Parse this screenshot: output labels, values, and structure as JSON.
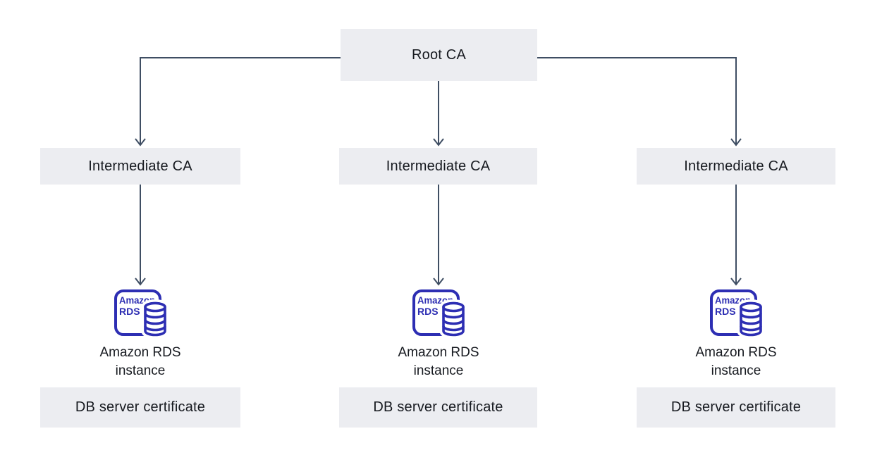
{
  "colors": {
    "box-bg": "#ECEDF1",
    "arrow": "#3F4E63",
    "icon": "#2D2EB3",
    "text": "#16191F",
    "canvas-bg": "#FFFFFF"
  },
  "root_ca": {
    "label": "Root CA"
  },
  "columns": [
    {
      "intermediate": {
        "label": "Intermediate CA"
      },
      "rds_icon": {
        "line1": "Amazon",
        "line2": "RDS"
      },
      "instance": {
        "line1": "Amazon RDS",
        "line2": "instance"
      },
      "certificate": {
        "label": "DB server certificate"
      }
    },
    {
      "intermediate": {
        "label": "Intermediate CA"
      },
      "rds_icon": {
        "line1": "Amazon",
        "line2": "RDS"
      },
      "instance": {
        "line1": "Amazon RDS",
        "line2": "instance"
      },
      "certificate": {
        "label": "DB server certificate"
      }
    },
    {
      "intermediate": {
        "label": "Intermediate CA"
      },
      "rds_icon": {
        "line1": "Amazon",
        "line2": "RDS"
      },
      "instance": {
        "line1": "Amazon RDS",
        "line2": "instance"
      },
      "certificate": {
        "label": "DB server certificate"
      }
    }
  ]
}
